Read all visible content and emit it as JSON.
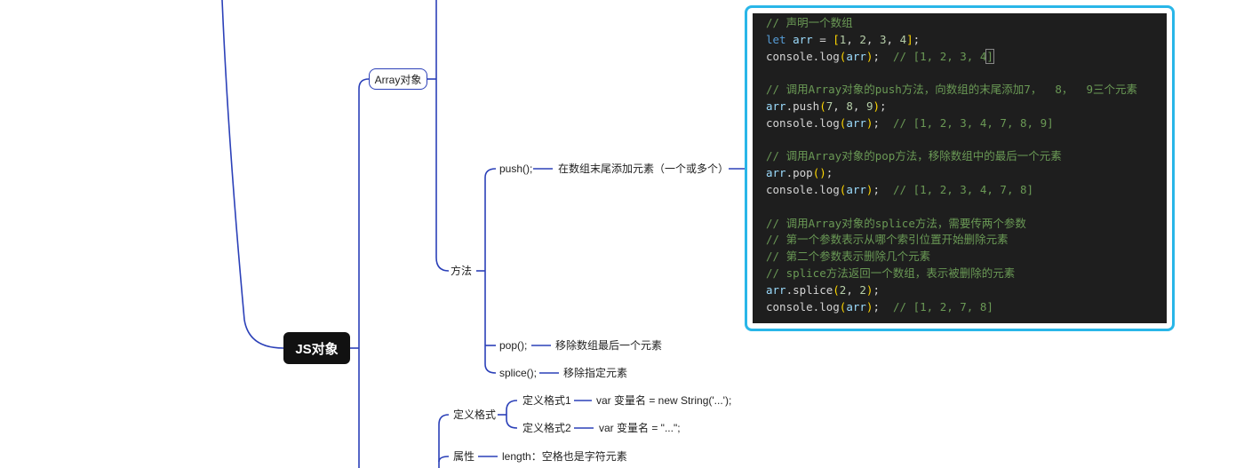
{
  "root": {
    "label": "JS对象"
  },
  "array_node": {
    "label": "Array对象"
  },
  "methods": {
    "label": "方法",
    "items": [
      {
        "name": "push();",
        "desc": "在数组末尾添加元素（一个或多个）"
      },
      {
        "name": "pop();",
        "desc": "移除数组最后一个元素"
      },
      {
        "name": "splice();",
        "desc": "移除指定元素"
      }
    ]
  },
  "definition": {
    "label": "定义格式",
    "items": [
      {
        "name": "定义格式1",
        "value": "var 变量名 = new String('...');"
      },
      {
        "name": "定义格式2",
        "value": "var 变量名 = \"...\";"
      }
    ]
  },
  "property": {
    "label": "属性",
    "value": "length：空格也是字符元素"
  },
  "code": {
    "lines": [
      "// 声明一个数组",
      "let arr = [1, 2, 3, 4];",
      "console.log(arr);  // [1, 2, 3, 4]",
      "",
      "// 调用Array对象的push方法，向数组的末尾添加7，  8，  9三个元素",
      "arr.push(7, 8, 9);",
      "console.log(arr);  // [1, 2, 3, 4, 7, 8, 9]",
      "",
      "// 调用Array对象的pop方法，移除数组中的最后一个元素",
      "arr.pop();",
      "console.log(arr);  // [1, 2, 3, 4, 7, 8]",
      "",
      "// 调用Array对象的splice方法，需要传两个参数",
      "// 第一个参数表示从哪个索引位置开始删除元素",
      "// 第二个参数表示删除几个元素",
      "// splice方法返回一个数组，表示被删除的元素",
      "arr.splice(2, 2);",
      "console.log(arr);  // [1, 2, 7, 8]"
    ]
  },
  "colors": {
    "line": "#2b40b8",
    "frame": "#29b6e8",
    "code_bg": "#1e1e1e"
  }
}
